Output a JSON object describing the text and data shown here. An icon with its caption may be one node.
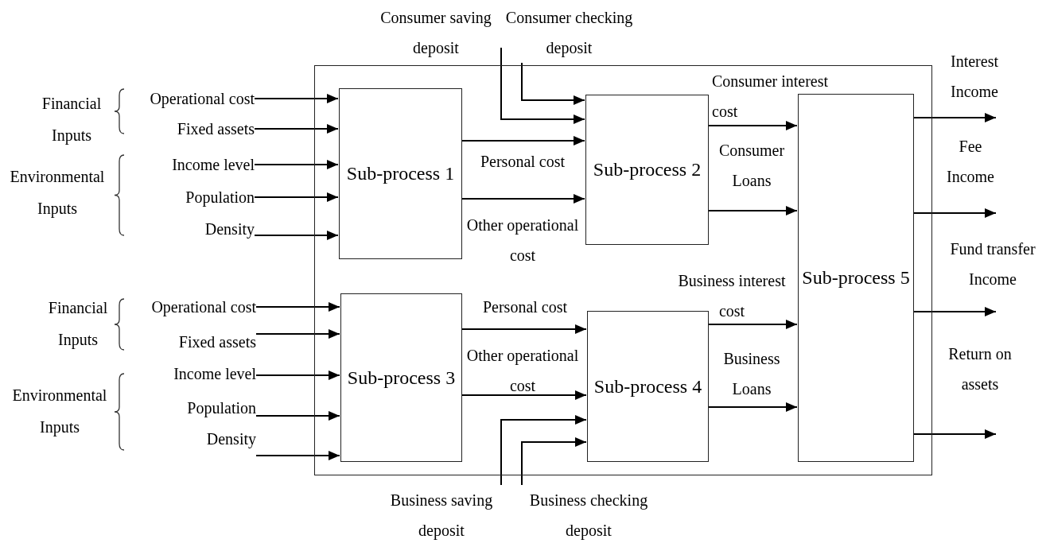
{
  "diagram": {
    "nodes": [
      {
        "text": [],
        "shape": "box"
      },
      {
        "text": [
          "Sub-process 1"
        ],
        "in": 0
      },
      {
        "text": [
          "Sub-process 2"
        ],
        "in": 0
      },
      {
        "text": [
          "Sub-process 3"
        ],
        "in": 0
      },
      {
        "text": [
          "Sub-process 4"
        ],
        "in": 0
      },
      {
        "text": [
          "Sub-process 5"
        ],
        "in": 0
      },
      {
        "text": [
          "Operational cost"
        ]
      },
      {
        "text": [
          "Fixed assets"
        ]
      },
      {
        "text": [
          "Income level"
        ]
      },
      {
        "text": [
          "Population"
        ]
      },
      {
        "text": [
          "Density"
        ]
      },
      {
        "text": [
          "Operational cost"
        ]
      },
      {
        "text": [
          "Fixed assets"
        ]
      },
      {
        "text": [
          "Income level"
        ]
      },
      {
        "text": [
          "Population"
        ]
      },
      {
        "text": [
          "Density"
        ]
      },
      {
        "text": [
          "Consumer saving deposit"
        ]
      },
      {
        "text": [
          "Consumer checking deposit"
        ]
      },
      {
        "text": [
          "Business saving deposit"
        ]
      },
      {
        "text": [
          "Business checking deposit"
        ]
      }
    ],
    "edges": [
      {
        "from": 6,
        "to": 1,
        "arrow": "to"
      },
      {
        "from": 7,
        "to": 1,
        "arrow": "to"
      },
      {
        "from": 8,
        "to": 1,
        "arrow": "to"
      },
      {
        "from": 9,
        "to": 1,
        "arrow": "to"
      },
      {
        "from": 10,
        "to": 1,
        "arrow": "to"
      },
      {
        "from": 11,
        "to": 3,
        "arrow": "to"
      },
      {
        "from": 12,
        "to": 3,
        "arrow": "to"
      },
      {
        "from": 13,
        "to": 3,
        "arrow": "to"
      },
      {
        "from": 14,
        "to": 3,
        "arrow": "to"
      },
      {
        "from": 15,
        "to": 3,
        "arrow": "to"
      },
      {
        "from": 16,
        "to": 2,
        "arrow": "to"
      },
      {
        "from": 17,
        "to": 2,
        "arrow": "to"
      },
      {
        "from": 1,
        "to": 2,
        "arrow": "to",
        "label": "Personal cost"
      },
      {
        "from": 1,
        "to": 2,
        "arrow": "to",
        "label": "Other operational cost"
      },
      {
        "from": 2,
        "to": 5,
        "arrow": "to",
        "label": "Consumer interest cost"
      },
      {
        "from": 2,
        "to": 5,
        "arrow": "to",
        "label": "Consumer Loans"
      },
      {
        "from": 3,
        "to": 4,
        "arrow": "to",
        "label": "Personal cost"
      },
      {
        "from": 3,
        "to": 4,
        "arrow": "to",
        "label": "Other operational cost"
      },
      {
        "from": 18,
        "to": 4,
        "arrow": "to"
      },
      {
        "from": 19,
        "to": 4,
        "arrow": "to"
      },
      {
        "from": 4,
        "to": 5,
        "arrow": "to",
        "label": "Business interest cost"
      },
      {
        "from": 4,
        "to": 5,
        "arrow": "to",
        "label": "Business Loans"
      },
      {
        "from": 5,
        "to": null,
        "arrow": "to",
        "label": "Interest Income"
      },
      {
        "from": 5,
        "to": null,
        "arrow": "to",
        "label": "Fee Income"
      },
      {
        "from": 5,
        "to": null,
        "arrow": "to",
        "label": "Fund transfer Income"
      },
      {
        "from": 5,
        "to": null,
        "arrow": "to",
        "label": "Return on assets"
      }
    ],
    "labels": [
      "Financial Inputs",
      "Environmental Inputs",
      "Financial Inputs",
      "Environmental Inputs"
    ]
  }
}
